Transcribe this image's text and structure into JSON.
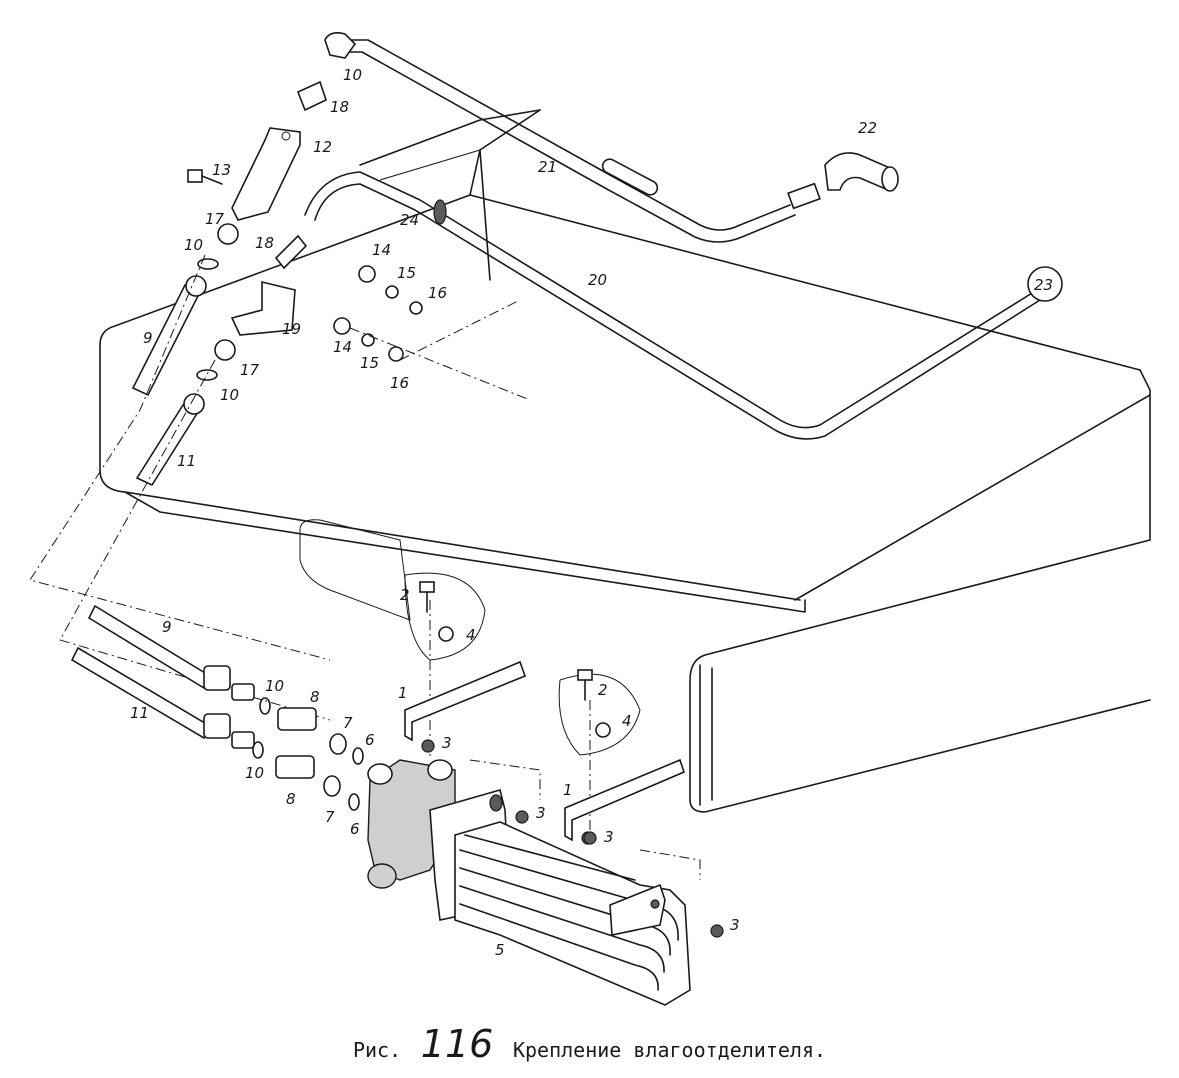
{
  "caption": {
    "prefix": "Рис.",
    "number": "116",
    "title": "Крепление влагоотделителя."
  },
  "callouts": [
    {
      "id": "c10a",
      "text": "10"
    },
    {
      "id": "c18a",
      "text": "18"
    },
    {
      "id": "c12",
      "text": "12"
    },
    {
      "id": "c13",
      "text": "13"
    },
    {
      "id": "c17a",
      "text": "17"
    },
    {
      "id": "c10b",
      "text": "10"
    },
    {
      "id": "c18b",
      "text": "18"
    },
    {
      "id": "c24",
      "text": "24"
    },
    {
      "id": "c21",
      "text": "21"
    },
    {
      "id": "c22",
      "text": "22"
    },
    {
      "id": "c20",
      "text": "20"
    },
    {
      "id": "c14a",
      "text": "14"
    },
    {
      "id": "c15a",
      "text": "15"
    },
    {
      "id": "c16a",
      "text": "16"
    },
    {
      "id": "c19",
      "text": "19"
    },
    {
      "id": "c14b",
      "text": "14"
    },
    {
      "id": "c15b",
      "text": "15"
    },
    {
      "id": "c16b",
      "text": "16"
    },
    {
      "id": "c9a",
      "text": "9"
    },
    {
      "id": "c17b",
      "text": "17"
    },
    {
      "id": "c10c",
      "text": "10"
    },
    {
      "id": "c11a",
      "text": "11"
    },
    {
      "id": "c23",
      "text": "23"
    },
    {
      "id": "c2a",
      "text": "2"
    },
    {
      "id": "c4a",
      "text": "4"
    },
    {
      "id": "c9b",
      "text": "9"
    },
    {
      "id": "c1a",
      "text": "1"
    },
    {
      "id": "c3a",
      "text": "3"
    },
    {
      "id": "c2b",
      "text": "2"
    },
    {
      "id": "c4b",
      "text": "4"
    },
    {
      "id": "c10d",
      "text": "10"
    },
    {
      "id": "c8a",
      "text": "8"
    },
    {
      "id": "c11b",
      "text": "11"
    },
    {
      "id": "c7a",
      "text": "7"
    },
    {
      "id": "c6a",
      "text": "6"
    },
    {
      "id": "c10e",
      "text": "10"
    },
    {
      "id": "c8b",
      "text": "8"
    },
    {
      "id": "c7b",
      "text": "7"
    },
    {
      "id": "c6b",
      "text": "6"
    },
    {
      "id": "c1b",
      "text": "1"
    },
    {
      "id": "c3b",
      "text": "3"
    },
    {
      "id": "c3c",
      "text": "3"
    },
    {
      "id": "c5",
      "text": "5"
    },
    {
      "id": "c3d",
      "text": "3"
    }
  ]
}
